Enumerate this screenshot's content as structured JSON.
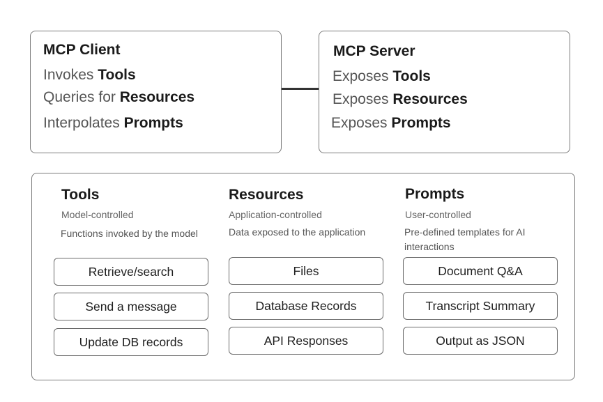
{
  "client": {
    "title": "MCP Client",
    "lines": [
      {
        "prefix": "Invokes",
        "bold": "Tools"
      },
      {
        "prefix": "Queries for",
        "bold": "Resources"
      },
      {
        "prefix": "Interpolates",
        "bold": "Prompts"
      }
    ]
  },
  "server": {
    "title": "MCP Server",
    "lines": [
      {
        "prefix": "Exposes",
        "bold": "Tools"
      },
      {
        "prefix": "Exposes",
        "bold": "Resources"
      },
      {
        "prefix": "Exposes",
        "bold": "Prompts"
      }
    ]
  },
  "columns": [
    {
      "title": "Tools",
      "subtitle": "Model-controlled",
      "description": "Functions invoked by the model",
      "items": [
        "Retrieve/search",
        "Send a message",
        "Update DB records"
      ]
    },
    {
      "title": "Resources",
      "subtitle": "Application-controlled",
      "description": "Data exposed to the application",
      "items": [
        "Files",
        "Database Records",
        "API Responses"
      ]
    },
    {
      "title": "Prompts",
      "subtitle": "User-controlled",
      "description": "Pre-defined templates for AI interactions",
      "items": [
        "Document Q&A",
        "Transcript Summary",
        "Output as JSON"
      ]
    }
  ]
}
